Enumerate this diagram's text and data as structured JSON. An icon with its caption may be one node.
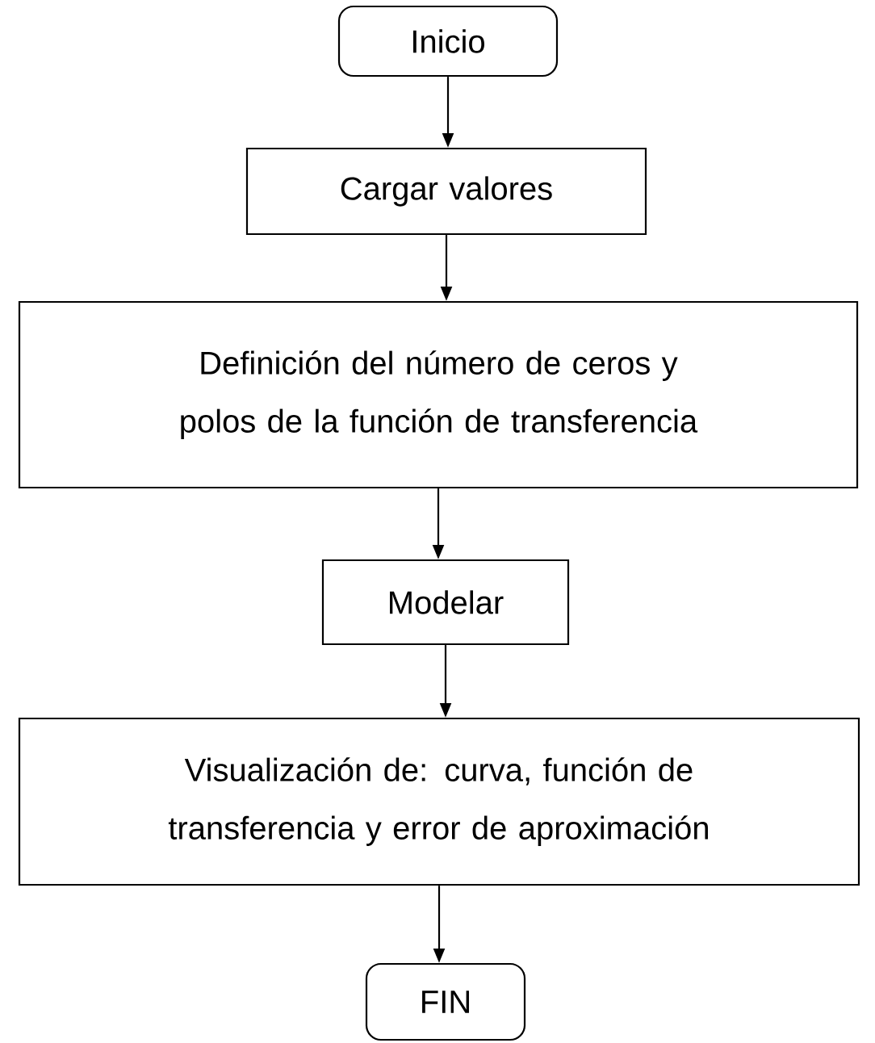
{
  "diagram": {
    "nodes": [
      {
        "text": [
          "Inicio"
        ]
      },
      {
        "text": [
          "Cargar valores"
        ]
      },
      {
        "text": [
          "Definición del número de ceros y polos de la función de transferencia"
        ]
      },
      {
        "text": [
          "Modelar"
        ]
      },
      {
        "text": [
          "Visualización de: curva, función de transferencia y error de aproximación"
        ]
      },
      {
        "text": [
          "FIN"
        ]
      }
    ],
    "edges": [
      {
        "from": 0,
        "to": 1,
        "arrow": "to"
      },
      {
        "from": 1,
        "to": 2,
        "arrow": "to"
      },
      {
        "from": 2,
        "to": 3,
        "arrow": "to"
      },
      {
        "from": 3,
        "to": 4,
        "arrow": "to"
      },
      {
        "from": 4,
        "to": 5,
        "arrow": "to"
      }
    ]
  }
}
